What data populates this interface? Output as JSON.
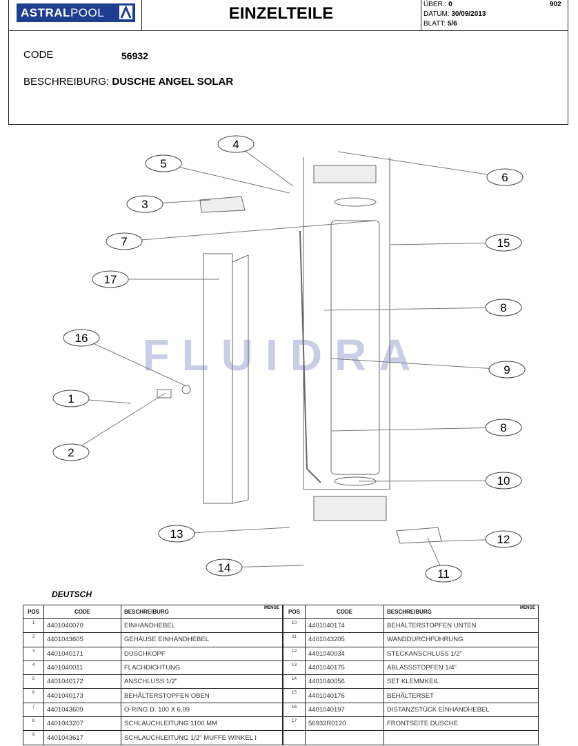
{
  "header": {
    "brand": "ASTRALPOOL",
    "title": "EINZELTEILE",
    "uber_label": "ÜBER.:",
    "uber_value": "0",
    "number": "902",
    "datum_label": "DATUM:",
    "datum_value": "30/09/2013",
    "blatt_label": "BLATT:",
    "blatt_value": "5/6"
  },
  "info": {
    "code_label": "CODE",
    "code_value": "56932",
    "desc_label": "BESCHREIBURG:",
    "desc_value": "DUSCHE ANGEL SOLAR"
  },
  "diagram": {
    "watermark": "FLUIDRA",
    "callouts": [
      "4",
      "5",
      "3",
      "7",
      "17",
      "16",
      "1",
      "2",
      "6",
      "15",
      "8",
      "9",
      "8",
      "10",
      "12",
      "11",
      "13",
      "14"
    ]
  },
  "parts": {
    "language": "DEUTSCH",
    "headers": {
      "pos": "POS",
      "code": "CODE",
      "desc": "BESCHREIBURG",
      "menge": "MENGE"
    },
    "left": [
      {
        "pos": "1",
        "code": "4401040070",
        "desc": "EINHANDHEBEL"
      },
      {
        "pos": "2",
        "code": "4401043605",
        "desc": "GEHÄUSE EINHANDHEBEL"
      },
      {
        "pos": "3",
        "code": "4401040171",
        "desc": "DUSCHKOPF"
      },
      {
        "pos": "4",
        "code": "4401040011",
        "desc": "FLACHDICHTUNG"
      },
      {
        "pos": "5",
        "code": "4401040172",
        "desc": "ANSCHLUSS 1/2\""
      },
      {
        "pos": "6",
        "code": "4401040173",
        "desc": "BEHÄLTERSTOPFEN OBEN"
      },
      {
        "pos": "7",
        "code": "4401043609",
        "desc": "O-RING D. 100 X 6,99"
      },
      {
        "pos": "8",
        "code": "4401043207",
        "desc": "SCHLAUCHLEITUNG 1100 MM"
      },
      {
        "pos": "9",
        "code": "4401043617",
        "desc": "SCHLAUCHLEITUNG 1/2\" MUFFE WINKEL I"
      }
    ],
    "right": [
      {
        "pos": "10",
        "code": "4401040174",
        "desc": "BEHÄLTERSTOPFEN UNTEN"
      },
      {
        "pos": "11",
        "code": "4401043205",
        "desc": "WANDDURCHFÜHRUNG"
      },
      {
        "pos": "12",
        "code": "4401040034",
        "desc": "STECKANSCHLUSS 1/2\""
      },
      {
        "pos": "13",
        "code": "4401040175",
        "desc": "ABLASSSTOPFEN 1/4\""
      },
      {
        "pos": "14",
        "code": "4401040056",
        "desc": "SET KLEMMKEIL"
      },
      {
        "pos": "15",
        "code": "4401040176",
        "desc": "BEHÄLTERSET"
      },
      {
        "pos": "16",
        "code": "4401040197",
        "desc": "DISTANZSTÜCK EINHANDHEBEL"
      },
      {
        "pos": "17",
        "code": "56932R0120",
        "desc": "FRONTSEITE DUSCHE"
      },
      {
        "pos": "",
        "code": "",
        "desc": ""
      }
    ]
  }
}
